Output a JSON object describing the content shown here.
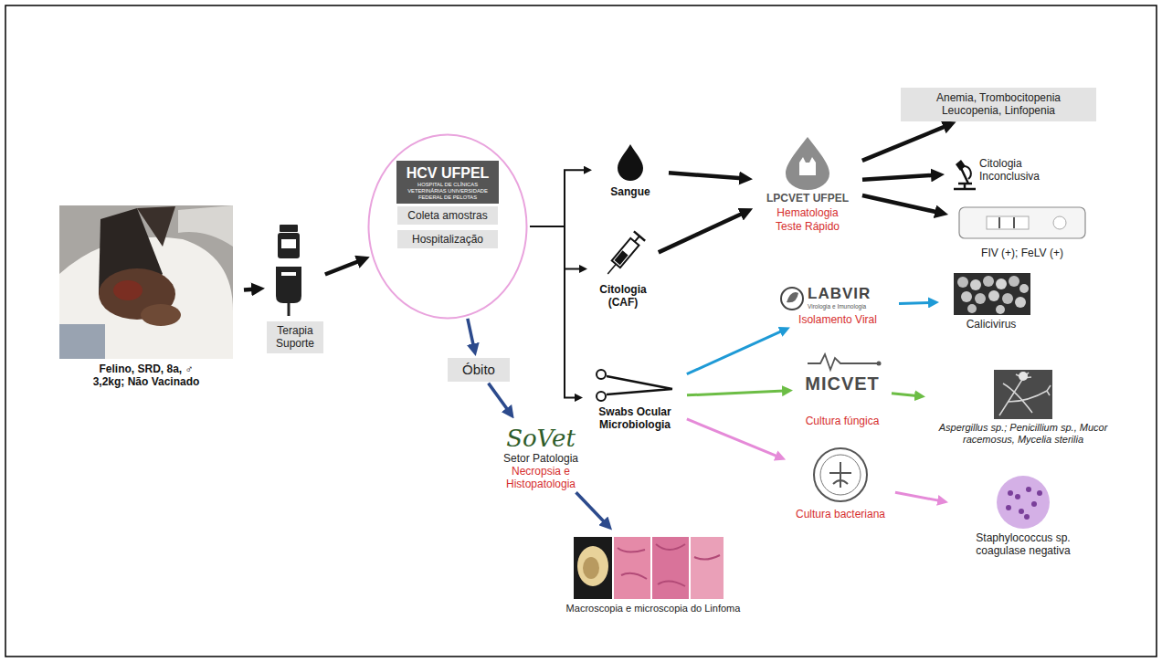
{
  "diagram": {
    "nodes": [
      {
        "text": [
          "Felino, SRD, 8a, ♂",
          "3,2kg; Não Vacinado"
        ]
      },
      {
        "text": [
          "Terapia Suporte"
        ]
      },
      {
        "text": [
          "HCV UFPEL",
          "HOSPITAL DE CLÍNICAS VETERINÁRIAS UNIVERSIDADE FEDERAL DE PELOTAS"
        ]
      },
      {
        "text": [
          "Coleta amostras"
        ],
        "in": 2
      },
      {
        "text": [
          "Hospitalização"
        ],
        "in": 2
      },
      {
        "text": [
          "Óbito"
        ]
      },
      {
        "text": [
          "Sangue"
        ]
      },
      {
        "text": [
          "Citologia (CAF)"
        ]
      },
      {
        "text": [
          "Swabs Ocular Microbiologia"
        ]
      },
      {
        "text": [
          "LPCVET UFPEL",
          "Hematologia Teste Rápido"
        ]
      },
      {
        "text": [
          "LABVIR",
          "Virologia e Imunologia",
          "Isolamento Viral"
        ]
      },
      {
        "text": [
          "MICVET",
          "Cultura fúngica"
        ]
      },
      {
        "text": [
          "Cultura bacteriana"
        ]
      },
      {
        "text": [
          "SoVet",
          "Setor Patologia",
          "Necropsia e Histopatologia"
        ]
      },
      {
        "text": [
          "Anemia, Trombocitopenia Leucopenia, Linfopenia"
        ]
      },
      {
        "text": [
          "Citologia Inconclusiva"
        ]
      },
      {
        "text": [
          "FIV (+); FeLV (+)"
        ]
      },
      {
        "text": [
          "Calicivirus"
        ]
      },
      {
        "text": [
          "Aspergillus sp.; Penicillium sp., Mucor racemosus, Mycelia sterilia"
        ]
      },
      {
        "text": [
          "Staphylococcus sp. coagulase negativa"
        ]
      },
      {
        "text": [
          "Macroscopia e microscopia do Linfoma"
        ]
      }
    ],
    "edges": [
      {
        "from": 0,
        "to": 1,
        "arrow": "to"
      },
      {
        "from": 1,
        "to": 2,
        "arrow": "to"
      },
      {
        "from": 2,
        "to": 6,
        "arrow": "to"
      },
      {
        "from": 2,
        "to": 7,
        "arrow": "to"
      },
      {
        "from": 2,
        "to": 8,
        "arrow": "to"
      },
      {
        "from": 2,
        "to": 5,
        "arrow": "to"
      },
      {
        "from": 5,
        "to": 13,
        "arrow": "to"
      },
      {
        "from": 13,
        "to": 20,
        "arrow": "to"
      },
      {
        "from": 6,
        "to": 9,
        "arrow": "to"
      },
      {
        "from": 7,
        "to": 9,
        "arrow": "to"
      },
      {
        "from": 9,
        "to": 14,
        "arrow": "to"
      },
      {
        "from": 9,
        "to": 15,
        "arrow": "to"
      },
      {
        "from": 9,
        "to": 16,
        "arrow": "to"
      },
      {
        "from": 8,
        "to": 10,
        "arrow": "to"
      },
      {
        "from": 8,
        "to": 11,
        "arrow": "to"
      },
      {
        "from": 8,
        "to": 12,
        "arrow": "to"
      },
      {
        "from": 10,
        "to": 17,
        "arrow": "to"
      },
      {
        "from": 11,
        "to": 18,
        "arrow": "to"
      },
      {
        "from": 12,
        "to": 19,
        "arrow": "to"
      }
    ]
  }
}
